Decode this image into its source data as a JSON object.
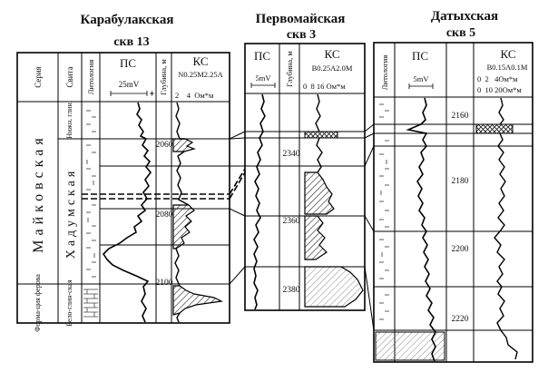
{
  "wells": [
    {
      "name": "Карабулакская",
      "number": "скв 13",
      "columns": {
        "series": "Серия",
        "suite": "Свита",
        "lithology": "Литология",
        "ps": "ПС",
        "ps_scale": "25mV",
        "depth": "Глубина, м",
        "ks": "КС",
        "ks_probe": "N0.25M2.25A",
        "ks_scale": "2    4  Ом*м"
      },
      "series_labels": [
        "Майковская",
        "Форма-ция ферова"
      ],
      "suite_labels": [
        "Нижн. глин.",
        "Хадумская",
        "Бело-глин-ская"
      ],
      "depth_ticks": [
        2060,
        2080,
        2100
      ]
    },
    {
      "name": "Первомайская",
      "number": "скв 3",
      "columns": {
        "ps": "ПС",
        "ps_scale": "5mV",
        "depth": "Глубина, м",
        "ks": "КС",
        "ks_probe": "B0.25A2.0M",
        "ks_scale": "0  8 16 Ом*м"
      },
      "depth_ticks": [
        2340,
        2360,
        2380
      ]
    },
    {
      "name": "Датыхская",
      "number": "скв 5",
      "columns": {
        "lithology": "Литология",
        "ps": "ПС",
        "ps_scale": "5mV",
        "ks": "КС",
        "ks_probe": "B0.15A0.1M",
        "ks_scale_1": "0  2   4Ом*м",
        "ks_scale_2": "0  10 20Ом*м"
      },
      "depth_ticks": [
        2160,
        2180,
        2200,
        2220
      ]
    }
  ],
  "icons": [
    "ps-scale-arrow-icon"
  ]
}
